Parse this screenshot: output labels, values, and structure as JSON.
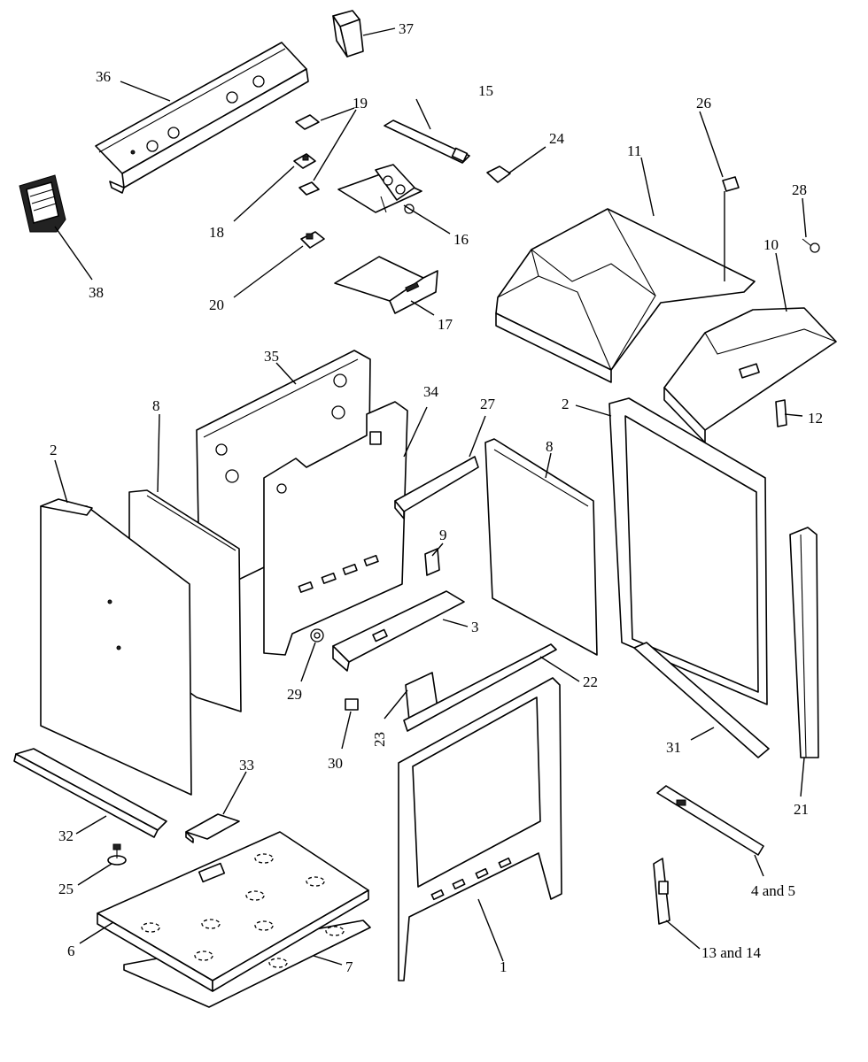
{
  "diagram": {
    "callouts": {
      "c1": "1",
      "c2a": "2",
      "c2b": "2",
      "c3": "3",
      "c4_5": "4 and 5",
      "c6": "6",
      "c7": "7",
      "c8a": "8",
      "c8b": "8",
      "c9": "9",
      "c10": "10",
      "c11": "11",
      "c12": "12",
      "c13_14": "13 and 14",
      "c15": "15",
      "c16": "16",
      "c17": "17",
      "c18": "18",
      "c19": "19",
      "c20": "20",
      "c21": "21",
      "c22": "22",
      "c23": "23",
      "c24": "24",
      "c25": "25",
      "c26": "26",
      "c27": "27",
      "c28": "28",
      "c29": "29",
      "c30": "30",
      "c31": "31",
      "c32": "32",
      "c33": "33",
      "c34": "34",
      "c35": "35",
      "c36": "36",
      "c37": "37",
      "c38": "38"
    }
  }
}
